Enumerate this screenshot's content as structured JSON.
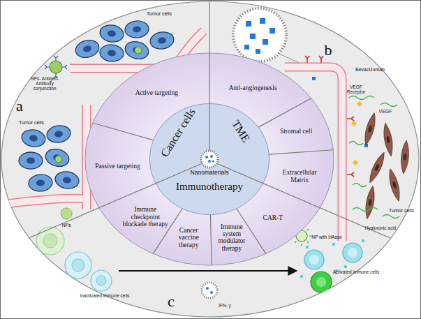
{
  "diagram": {
    "nodes": [
      {
        "text": [
          "Cancer cells",
          "TME",
          "Nanomaterials",
          "Immunotherapy"
        ]
      },
      {
        "text": [
          "Active targeting"
        ]
      },
      {
        "text": [
          "Passive targeting"
        ]
      },
      {
        "text": [
          "Anti-angiogenesis"
        ]
      },
      {
        "text": [
          "Stromal cell"
        ]
      },
      {
        "text": [
          "Extracellular Matrix"
        ]
      },
      {
        "text": [
          "Immune checkpoint blockade therapy"
        ]
      },
      {
        "text": [
          "Cancer vaccine therapy"
        ]
      },
      {
        "text": [
          "Immune system modulator therapy"
        ]
      },
      {
        "text": [
          "CAR-T"
        ]
      }
    ],
    "labels": [
      "a",
      "Tumor cells",
      "NPs- Antigen-Antibody conjunction",
      "Tumor cells",
      "NPs",
      "b",
      "Bevacizumab",
      "VEGF Receptor",
      "VEGF",
      "Tumor cells",
      "Hyaluronic acid",
      "NP with HAase",
      "c",
      "Inactivated immune cells",
      "Activated immune cells",
      "IFN- γ"
    ]
  }
}
